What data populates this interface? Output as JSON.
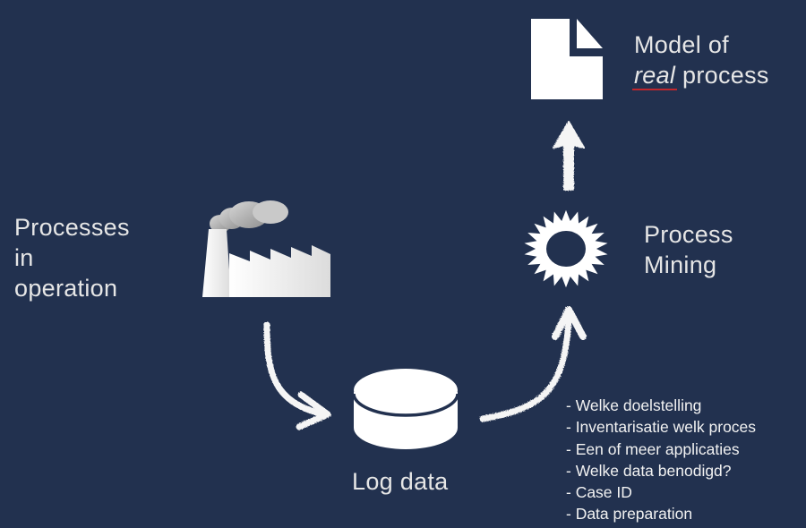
{
  "colors": {
    "background": "#22314f",
    "text": "#e6e6e6",
    "icon": "#ffffff",
    "accent_underline": "#c0272d"
  },
  "nodes": {
    "processes": {
      "icon": "factory-icon",
      "lines": [
        "Processes",
        "in",
        "operation"
      ]
    },
    "log_data": {
      "icon": "database-icon",
      "label": "Log data"
    },
    "process_mining": {
      "icon": "gear-sun-icon",
      "lines": [
        "Process",
        "Mining"
      ]
    },
    "model": {
      "icon": "document-icon",
      "line1": "Model of",
      "emphasis": "real",
      "line2_rest": " process"
    }
  },
  "edges": [
    {
      "from": "processes",
      "to": "log_data",
      "icon": "curved-arrow-down-right-icon"
    },
    {
      "from": "log_data",
      "to": "process_mining",
      "icon": "curved-arrow-up-icon"
    },
    {
      "from": "process_mining",
      "to": "model",
      "icon": "arrow-up-icon"
    }
  ],
  "steps": [
    "- Welke doelstelling",
    "- Inventarisatie welk proces",
    "- Een of meer applicaties",
    "- Welke data benodigd?",
    "- Case ID",
    "- Data preparation"
  ]
}
